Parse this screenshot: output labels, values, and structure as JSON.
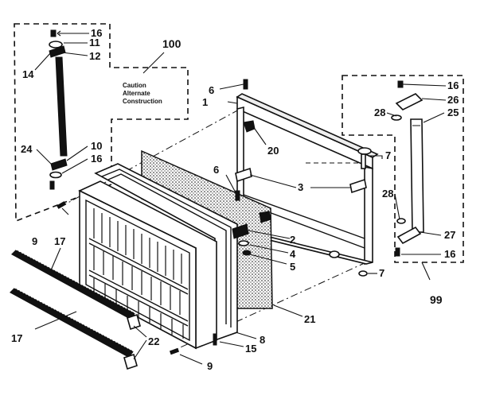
{
  "labels": {
    "l1": "1",
    "l2": "2",
    "l3": "3",
    "l4": "4",
    "l5": "5",
    "l6a": "6",
    "l6b": "6",
    "l7a": "7",
    "l7b": "7",
    "l8": "8",
    "l9a": "9",
    "l9b": "9",
    "l10": "10",
    "l11": "11",
    "l12": "12",
    "l14": "14",
    "l15": "15",
    "l16a": "16",
    "l16b": "16",
    "l16c": "16",
    "l16d": "16",
    "l17a": "17",
    "l17b": "17",
    "l20": "20",
    "l21": "21",
    "l22": "22",
    "l24": "24",
    "l25": "25",
    "l26": "26",
    "l27": "27",
    "l28a": "28",
    "l28b": "28",
    "l99": "99",
    "l100": "100"
  },
  "caution_note": [
    "Caution",
    "Alternate",
    "Construction"
  ],
  "colors": {
    "ink": "#111111",
    "paper": "#ffffff"
  }
}
